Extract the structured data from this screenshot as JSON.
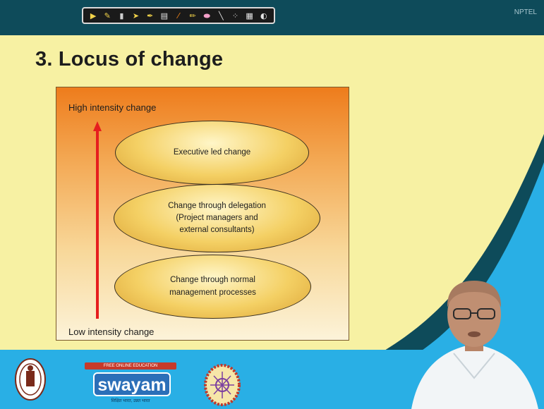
{
  "slide": {
    "title": "3. Locus of change",
    "slide_number": "NPTEL"
  },
  "toolbar": {
    "tools": [
      "pointer-icon",
      "highlighter-icon",
      "eraser-icon",
      "arrow-icon",
      "pen-icon",
      "note-icon",
      "marker-icon",
      "pencil-icon",
      "pink-eraser-icon",
      "line-icon",
      "dot-icon",
      "grid-icon",
      "circle-icon"
    ]
  },
  "diagram": {
    "high_label": "High intensity change",
    "low_label": "Low intensity change",
    "levels": [
      {
        "text": "Executive led change"
      },
      {
        "text": "Change through delegation\n(Project managers and\nexternal consultants)"
      },
      {
        "text": "Change through normal\nmanagement processes"
      }
    ]
  },
  "footer": {
    "swayam_banner": "FREE ONLINE EDUCATION",
    "swayam_word": "swayam",
    "swayam_tagline": "शिक्षित भारत, उन्नत भारत"
  },
  "colors": {
    "slide_background": "#f7f1a3",
    "header_teal": "#0e4b5a",
    "footer_blue": "#29afe5",
    "arrow_red": "#e61e1e"
  }
}
